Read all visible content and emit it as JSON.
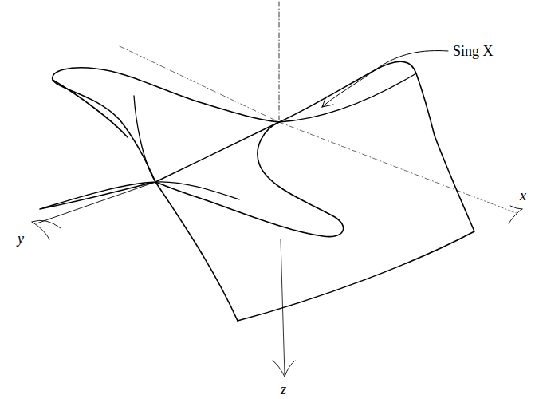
{
  "diagram": {
    "labels": [
      "Sing X",
      "y",
      "x",
      "z"
    ]
  }
}
